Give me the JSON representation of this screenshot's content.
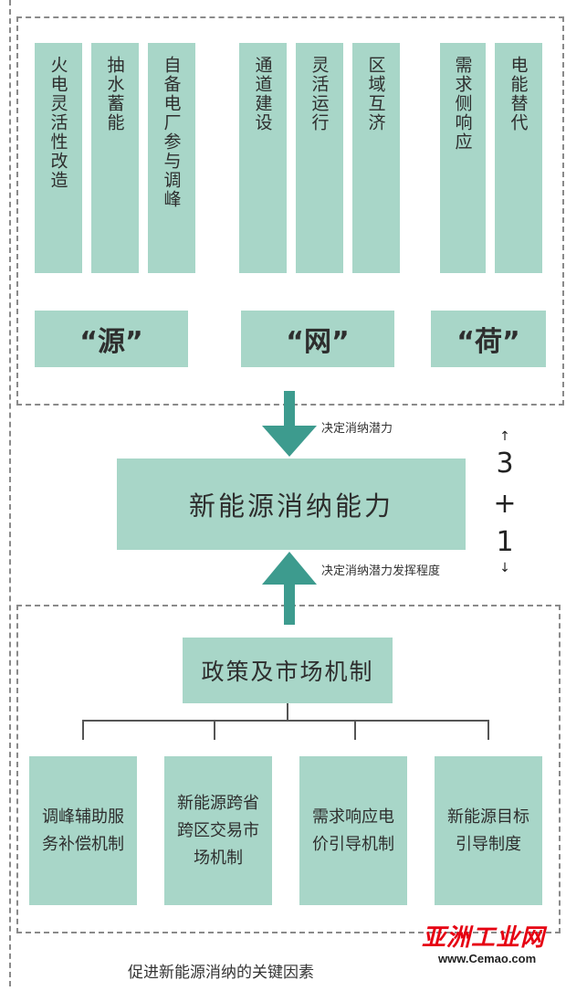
{
  "columns": [
    {
      "text": "火电灵活性改造"
    },
    {
      "text": "抽水蓄能"
    },
    {
      "text": "自备电厂参与调峰"
    },
    {
      "text": "通道建设"
    },
    {
      "text": "灵活运行"
    },
    {
      "text": "区域互济"
    },
    {
      "text": "需求侧响应"
    },
    {
      "text": "电能替代"
    }
  ],
  "categories": [
    {
      "label": "“源”"
    },
    {
      "label": "“网”"
    },
    {
      "label": "“荷”"
    }
  ],
  "center": {
    "title": "新能源消纳能力",
    "note_top": "决定消纳潜力",
    "note_bottom": "决定消纳潜力发挥程度",
    "side_3": "3",
    "side_plus": "+",
    "side_1": "1",
    "side_arrow_up": "↑",
    "side_arrow_down": "↓"
  },
  "policy": {
    "title": "政策及市场机制"
  },
  "mechanisms": [
    {
      "text": "调峰辅助服务补偿机制"
    },
    {
      "text": "新能源跨省跨区交易市场机制"
    },
    {
      "text": "需求响应电价引导机制"
    },
    {
      "text": "新能源目标引导制度"
    }
  ],
  "caption": "促进新能源消纳的关键因素",
  "watermark": {
    "name": "亚洲工业网",
    "url": "www.Cemao.com"
  },
  "colors": {
    "box": "#a8d6c8",
    "arrow": "#3d9b8e"
  }
}
